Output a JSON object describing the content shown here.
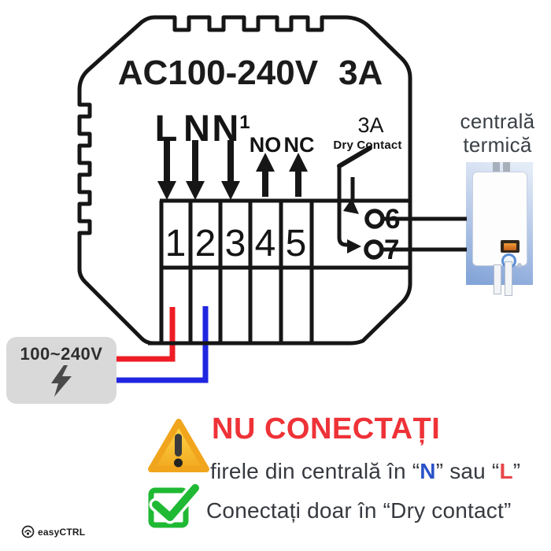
{
  "device": {
    "rating_voltage": "AC100-240V",
    "rating_current": "3A",
    "terminal_labels": {
      "l": "L",
      "n": "N",
      "n1_base": "N",
      "n1_sub": "1",
      "no": "NO",
      "nc": "NC"
    },
    "dry_contact": {
      "current": "3A",
      "label": "Dry Contact"
    },
    "terminals": {
      "cells": [
        "1",
        "2",
        "3",
        "4",
        "5"
      ],
      "relay": [
        "6",
        "7"
      ]
    }
  },
  "power": {
    "label": "100~240V",
    "icon": "lightning-bolt-icon"
  },
  "boiler": {
    "label_line1": "centrală",
    "label_line2": "termică"
  },
  "warning": {
    "icon": "warning-triangle-icon",
    "title": "NU CONECTAȚI",
    "line_pre": "firele din centrală în “",
    "n": "N",
    "mid": "” sau “",
    "l": "L",
    "post": "”"
  },
  "instruction": {
    "icon": "checkbox-checked-icon",
    "text": "Conectați doar în “Dry contact”"
  },
  "brand": {
    "name": "easyCTRL"
  },
  "colors": {
    "line_black": "#161616",
    "wire_live_red": "#ee1c25",
    "wire_neutral_blue": "#2026e0",
    "warning_red": "#ee3237",
    "label_n_blue": "#2a53c8",
    "label_l_red": "#e8474b",
    "check_green": "#1fb934",
    "triangle_yellow": "#f9c81c",
    "power_box_gray": "#d9d9d9"
  }
}
